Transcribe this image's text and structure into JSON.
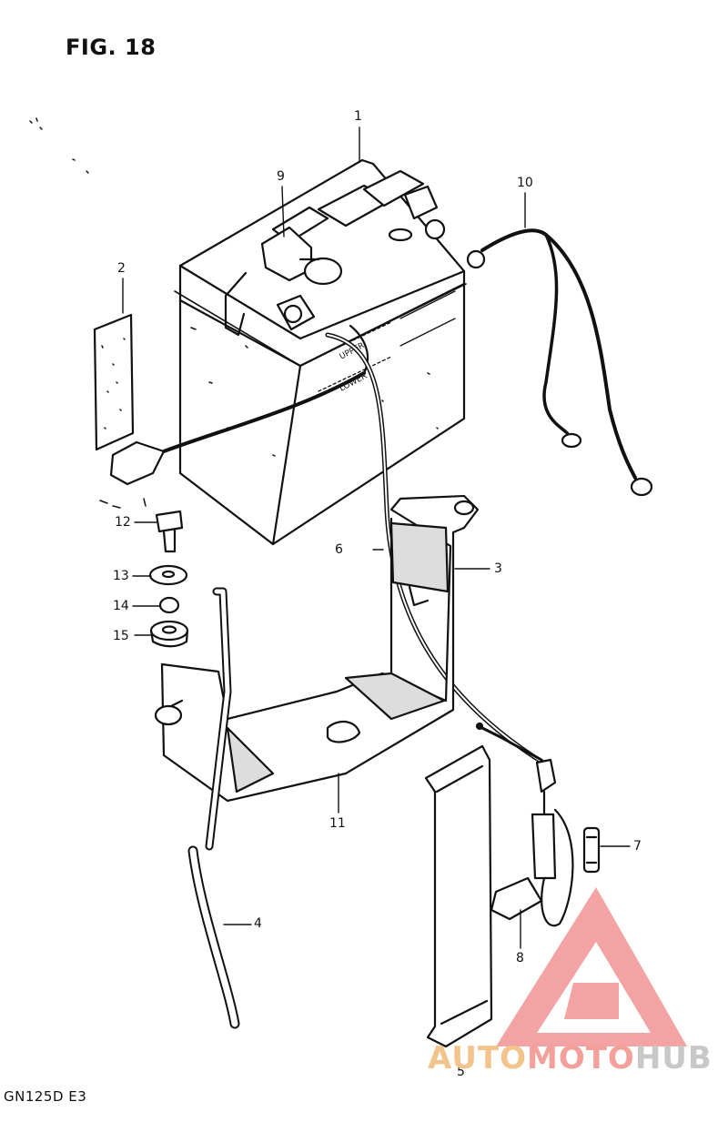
{
  "figure": {
    "title": "FIG. 18",
    "model_code": "GN125D  E3"
  },
  "callouts": [
    {
      "id": "callout-1",
      "label": "1"
    },
    {
      "id": "callout-2",
      "label": "2"
    },
    {
      "id": "callout-3",
      "label": "3"
    },
    {
      "id": "callout-4",
      "label": "4"
    },
    {
      "id": "callout-5",
      "label": "5"
    },
    {
      "id": "callout-6",
      "label": "6"
    },
    {
      "id": "callout-7",
      "label": "7"
    },
    {
      "id": "callout-8",
      "label": "8"
    },
    {
      "id": "callout-9",
      "label": "9"
    },
    {
      "id": "callout-10",
      "label": "10"
    },
    {
      "id": "callout-11",
      "label": "11"
    },
    {
      "id": "callout-12",
      "label": "12"
    },
    {
      "id": "callout-13",
      "label": "13"
    },
    {
      "id": "callout-14",
      "label": "14"
    },
    {
      "id": "callout-15",
      "label": "15"
    }
  ],
  "battery_markings": {
    "upper": "UPPER",
    "lower": "LOWER"
  },
  "watermark": {
    "part1": "AUTO",
    "part2": "MOTO",
    "part3": "HUB",
    "color_triangle": "#f08080",
    "color_auto": "#f2c38a",
    "color_moto": "#f4a09a",
    "color_hub": "#c8c8c8"
  }
}
